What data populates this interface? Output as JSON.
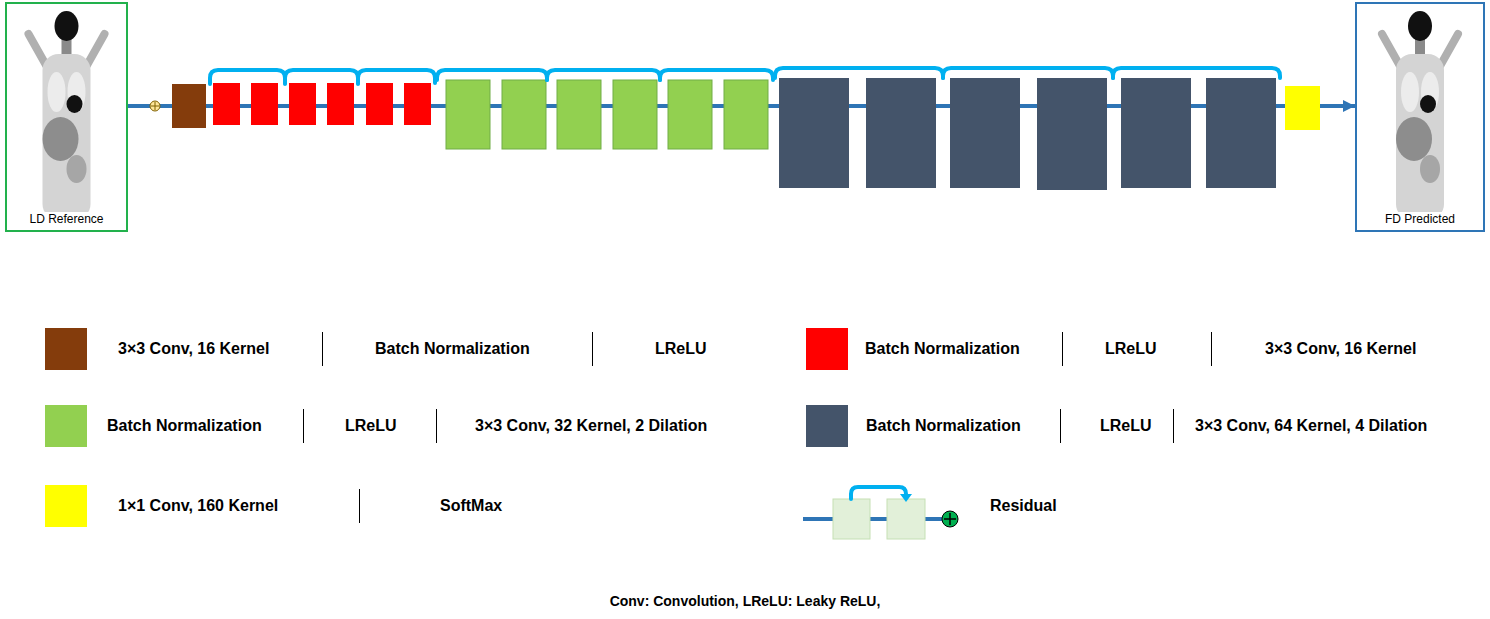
{
  "diagram": {
    "nodes": [
      {
        "text": [
          "LD Reference"
        ]
      },
      {
        "text": [
          "FD Predicted"
        ]
      }
    ],
    "edges": [
      {
        "from": 0,
        "to": 1,
        "arrow": "to"
      }
    ],
    "labels": [
      "Batch Normalization",
      "LReLU",
      "LReLU",
      "3×3 Conv, 16 Kernel",
      "LReLU",
      "3×3 Conv, 32 Kernel, 2 Dilation",
      "LReLU",
      "3×3 Conv, 64 Kernel, 4 Dilation",
      "SoftMax",
      "Conv: Convolution, LReLU: Leaky ReLU,"
    ],
    "legend": [
      {
        "text": "3×3 Conv, 16 Kernel",
        "color": "#843c0c"
      },
      {
        "text": "Batch Normalization",
        "color": "#ff0000"
      },
      {
        "text": "Batch Normalization",
        "color": "#92d050"
      },
      {
        "text": "Batch Normalization",
        "color": "#44546a"
      },
      {
        "text": "1×1 Conv, 160 Kernel",
        "color": "#ffff00"
      },
      {
        "text": "Residual"
      }
    ]
  }
}
